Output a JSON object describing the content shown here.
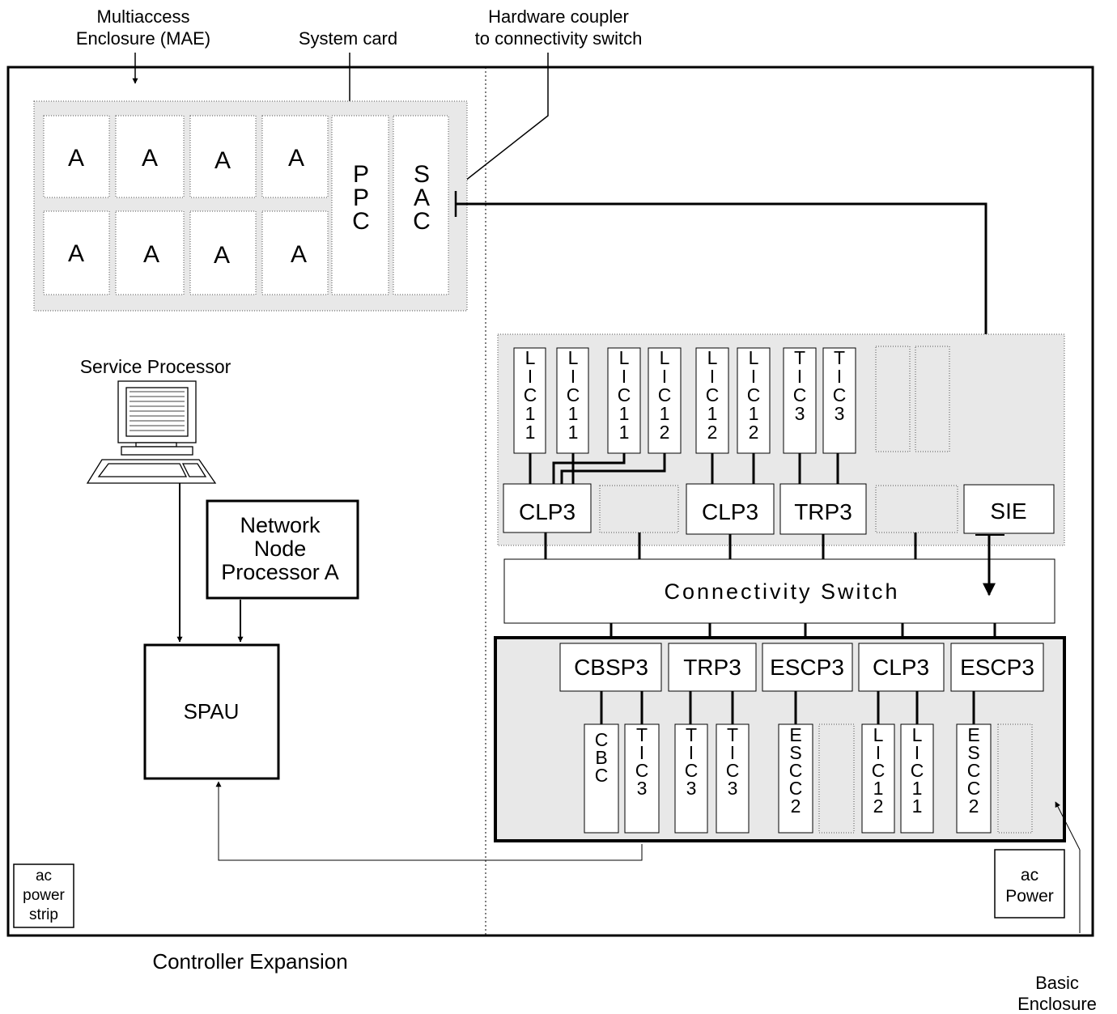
{
  "labels": {
    "mae": [
      "Multiaccess",
      "Enclosure  (MAE)"
    ],
    "system_card": "System  card",
    "hw_coupler": [
      "Hardware  coupler",
      "to  connectivity  switch"
    ],
    "service_processor": "Service Processor",
    "nnp": [
      "Network",
      "Node",
      "Processor A"
    ],
    "spau": "SPAU",
    "connectivity_switch": "Connectivity  Switch",
    "ac_power_strip": [
      "ac",
      "power",
      "strip"
    ],
    "ac_power": [
      "ac",
      "Power"
    ],
    "controller_expansion": "Controller Expansion",
    "basic_enclosure": [
      "Basic",
      "Enclosure"
    ]
  },
  "mae_cards": [
    "A",
    "A",
    "A",
    "A",
    "A",
    "A",
    "A",
    "A"
  ],
  "system_cards": [
    "PPC",
    "SAC"
  ],
  "expansion_top_cards": [
    "LIC11",
    "LIC11",
    "LIC11",
    "LIC12",
    "LIC12",
    "LIC12",
    "TIC3",
    "TIC3",
    "",
    ""
  ],
  "expansion_processors": [
    "CLP3",
    "",
    "CLP3",
    "TRP3",
    "",
    "SIE"
  ],
  "basic_processors": [
    "CBSP3",
    "TRP3",
    "ESCP3",
    "CLP3",
    "ESCP3"
  ],
  "basic_bottom_cards": [
    "CBC",
    "TIC3",
    "TIC3",
    "TIC3",
    "ESCC2",
    "",
    "LIC12",
    "LIC11",
    "ESCC2",
    ""
  ]
}
